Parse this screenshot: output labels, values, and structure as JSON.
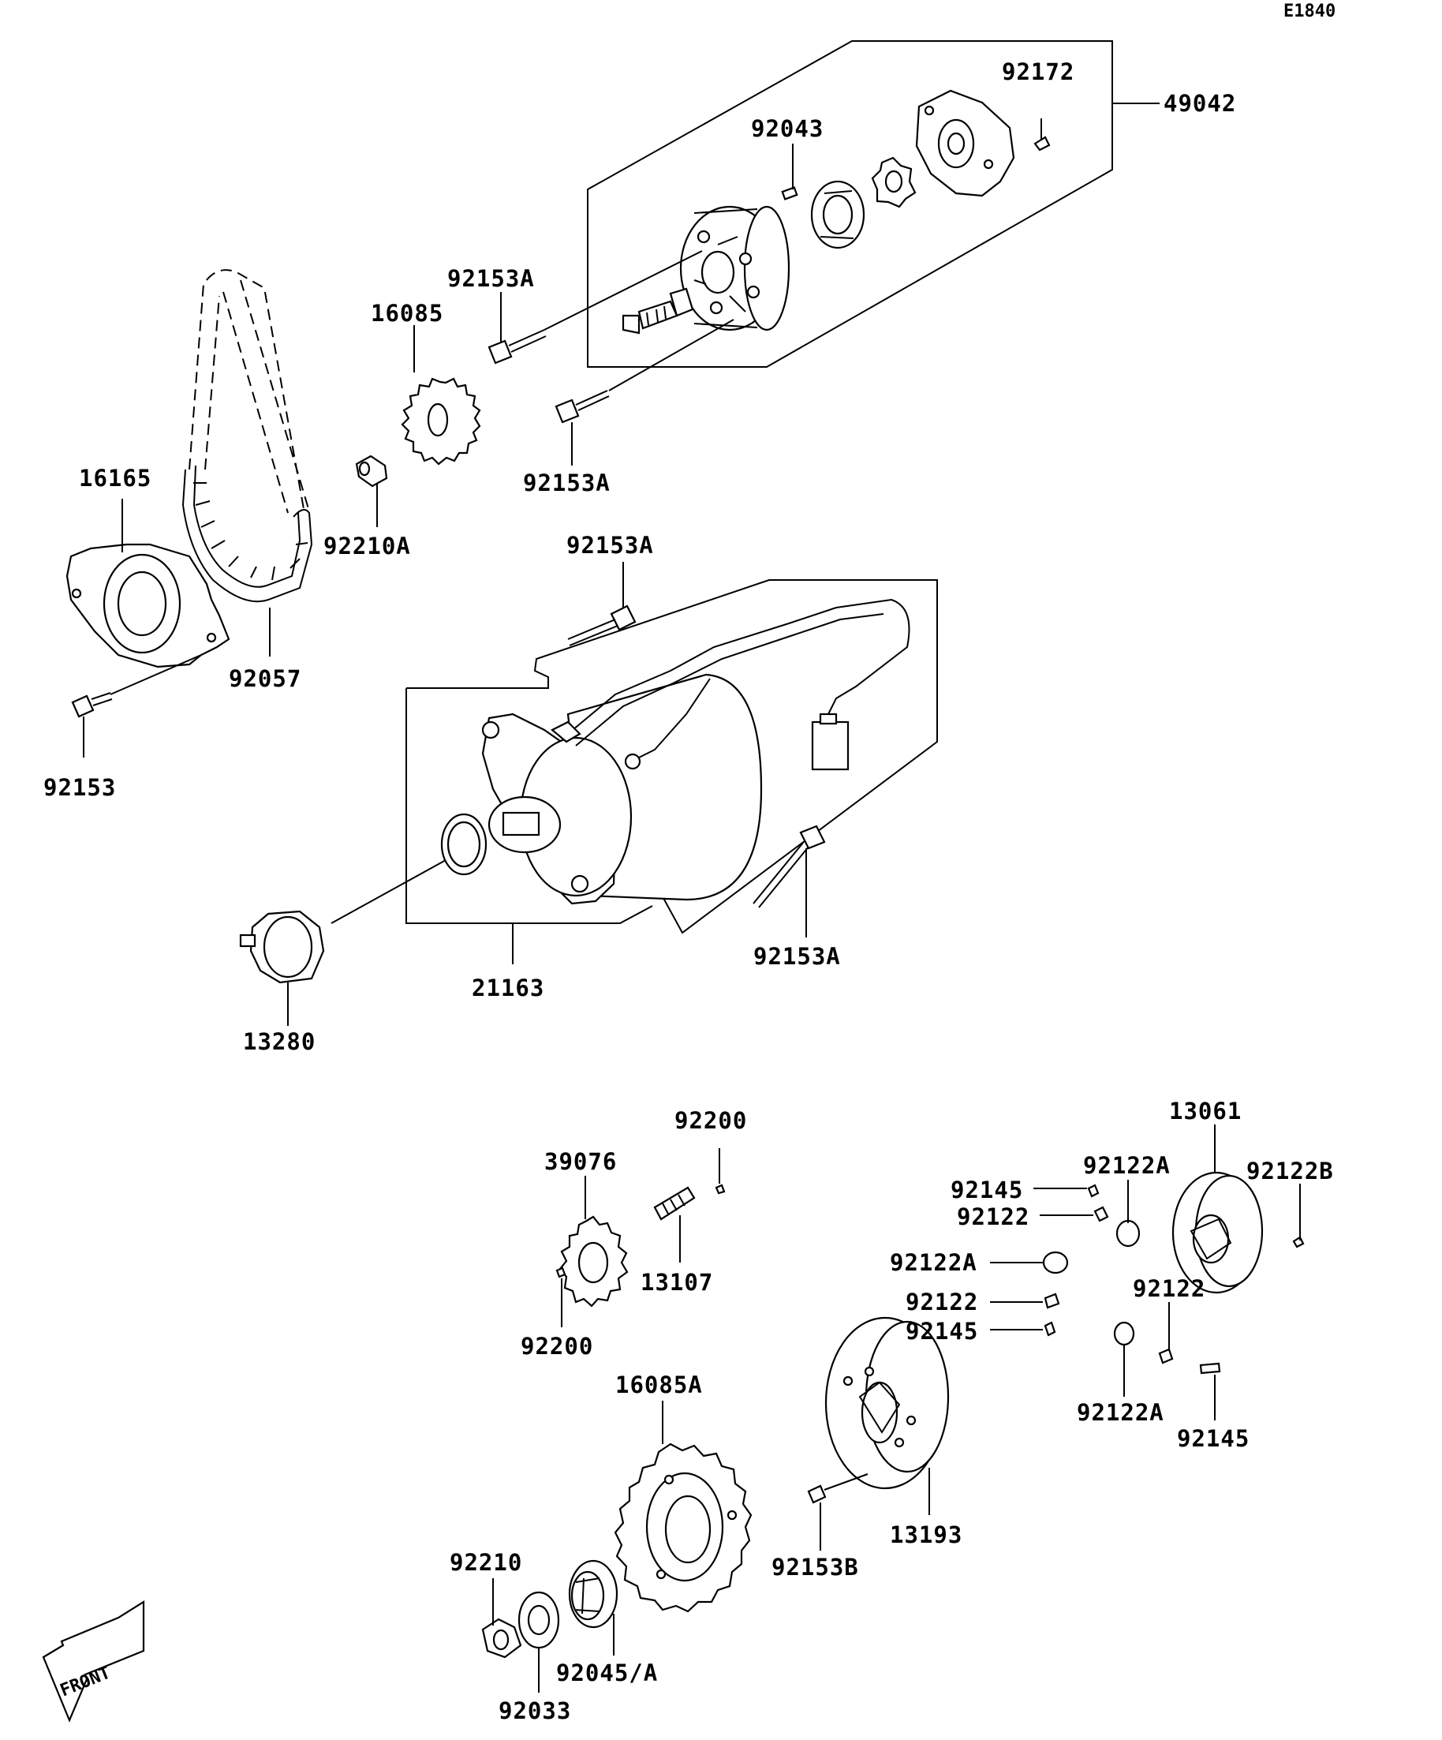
{
  "diagram_code": "E1840",
  "front_marker": "FRONT",
  "labels": {
    "p92172": "92172",
    "p49042": "49042",
    "p92043": "92043",
    "p92153A_1": "92153A",
    "p16085": "16085",
    "p92153A_2": "92153A",
    "p16165": "16165",
    "p92210A": "92210A",
    "p92153A_3": "92153A",
    "p92057": "92057",
    "p92153": "92153",
    "p92153A_4": "92153A",
    "p21163": "21163",
    "p13280": "13280",
    "p92200_1": "92200",
    "p39076": "39076",
    "p13107": "13107",
    "p92200_2": "92200",
    "p13061": "13061",
    "p92145_1": "92145",
    "p92122A_1": "92122A",
    "p92122B": "92122B",
    "p92122_1": "92122",
    "p92122A_2": "92122A",
    "p92122_2": "92122",
    "p92122_3": "92122",
    "p92145_2": "92145",
    "p92122A_3": "92122A",
    "p92145_3": "92145",
    "p16085A": "16085A",
    "p13193": "13193",
    "p92153B": "92153B",
    "p92210": "92210",
    "p92045A": "92045/A",
    "p92033": "92033"
  }
}
